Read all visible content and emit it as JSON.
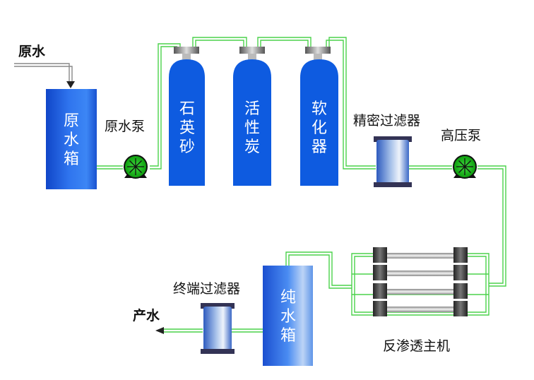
{
  "labels": {
    "raw_water": "原水",
    "raw_tank": [
      "原",
      "水",
      "箱"
    ],
    "raw_pump": "原水泵",
    "quartz_sand": [
      "石",
      "英",
      "砂"
    ],
    "activated_carbon": [
      "活",
      "性",
      "炭"
    ],
    "softener": [
      "软",
      "化",
      "器"
    ],
    "precision_filter": "精密过滤器",
    "high_pressure_pump": "高压泵",
    "ro_unit": "反渗透主机",
    "terminal_filter": "终端过滤器",
    "pure_tank": [
      "纯",
      "水",
      "箱"
    ],
    "product_water": "产水"
  },
  "colors": {
    "pipe": "#4bd24b",
    "tank_blue": "#1f5fd8",
    "pump_green": "#19b419"
  }
}
